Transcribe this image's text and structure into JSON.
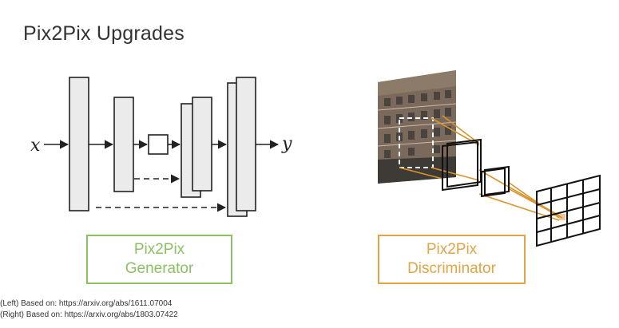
{
  "title": "Pix2Pix Upgrades",
  "generator": {
    "input_label": "x",
    "output_label": "y",
    "caption_line1": "Pix2Pix",
    "caption_line2": "Generator",
    "color": "#8cc063"
  },
  "discriminator": {
    "caption_line1": "Pix2Pix",
    "caption_line2": "Discriminator",
    "color": "#e2a444"
  },
  "footnotes": {
    "left": "(Left) Based on: https://arxiv.org/abs/1611.07004",
    "right": "(Right) Based on: https://arxiv.org/abs/1803.07422"
  }
}
